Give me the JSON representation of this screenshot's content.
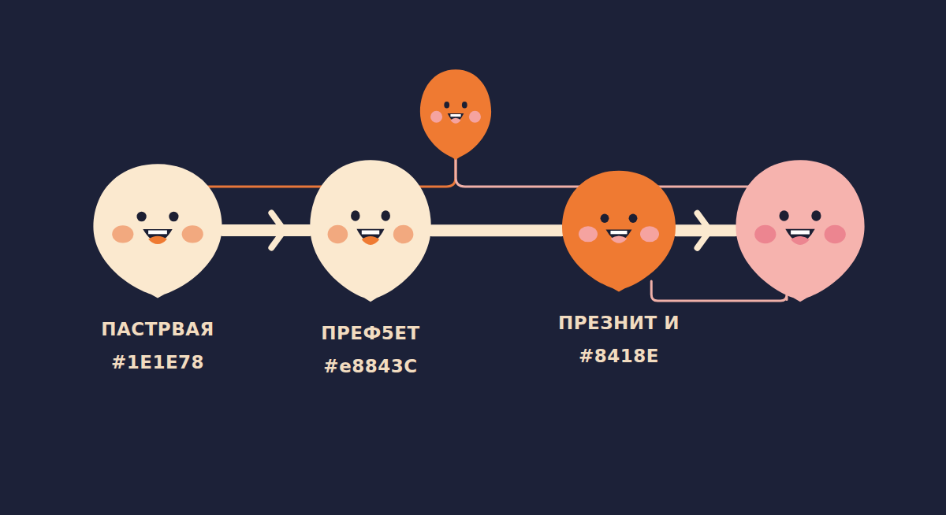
{
  "diagram": {
    "nodes": [
      {
        "text": [
          "ПАСТРВАЯ",
          "#1E1E78"
        ]
      },
      {
        "text": [
          "ПРЕФ5ЕТ",
          "#e8843C"
        ]
      },
      {
        "text": []
      },
      {
        "text": [
          "ПРЕЗНИТ И",
          "#8418E"
        ]
      },
      {
        "text": []
      }
    ],
    "edges": [
      {
        "from": 0,
        "to": 1,
        "arrow": "to"
      },
      {
        "from": 1,
        "to": 3,
        "arrow": "none"
      },
      {
        "from": 3,
        "to": 4,
        "arrow": "to"
      },
      {
        "from": 0,
        "to": 1,
        "arrow": "none"
      },
      {
        "from": 2,
        "to": 1,
        "arrow": "none"
      },
      {
        "from": 2,
        "to": 4,
        "arrow": "none"
      },
      {
        "from": 3,
        "to": 4,
        "arrow": "none"
      }
    ]
  }
}
